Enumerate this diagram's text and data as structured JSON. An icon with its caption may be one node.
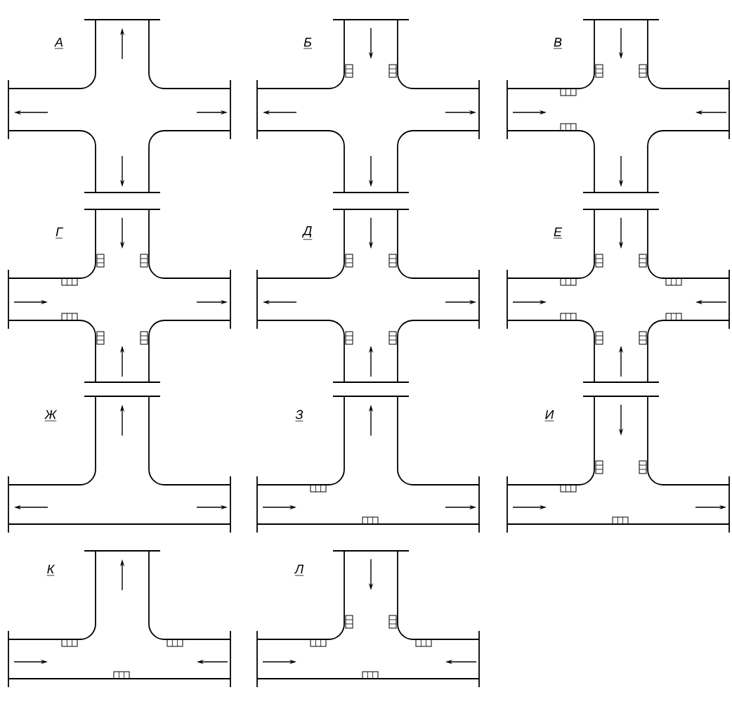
{
  "diagram": {
    "labels": [
      "А",
      "Б",
      "В",
      "Г",
      "Д",
      "Е",
      "Ж",
      "З",
      "И",
      "К",
      "Л"
    ]
  }
}
